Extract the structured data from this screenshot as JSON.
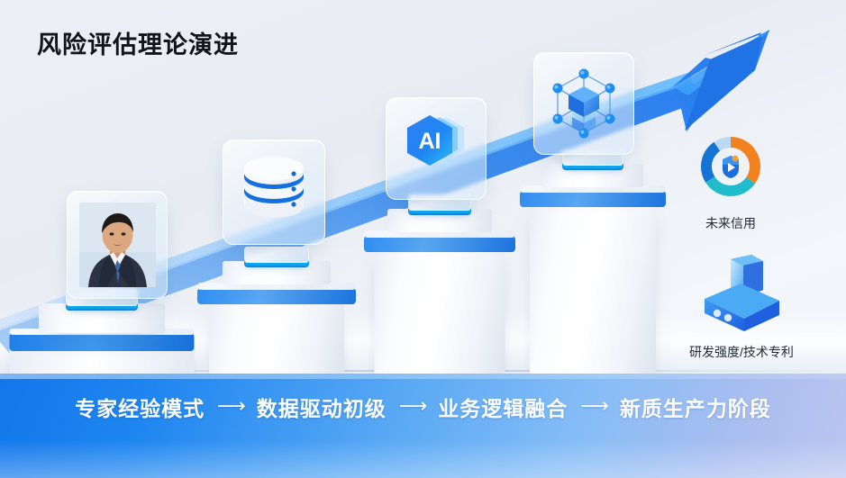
{
  "page": {
    "title": "风险评估理论演进",
    "background_top": "#eceff4",
    "background_bottom": "#eef2f7"
  },
  "stages_visual": [
    {
      "id": "stage-1",
      "icon": "portrait-photo-icon",
      "icon_label": "商务人物照片"
    },
    {
      "id": "stage-2",
      "icon": "database-icon",
      "icon_label": "数据库"
    },
    {
      "id": "stage-3",
      "icon": "ai-hexagon-icon",
      "icon_label": "AI"
    },
    {
      "id": "stage-4",
      "icon": "network-nodes-icon",
      "icon_label": "网络节点"
    }
  ],
  "ai_badge": {
    "text": "AI"
  },
  "features": [
    {
      "id": "feature-credit",
      "icon": "donut-chart-icon",
      "label": "未来信用",
      "donut": {
        "segments": [
          {
            "name": "orange",
            "color": "#f2821e",
            "value": 30
          },
          {
            "name": "teal",
            "color": "#21bccb",
            "value": 25
          },
          {
            "name": "blue",
            "color": "#1573d6",
            "value": 28
          },
          {
            "name": "light",
            "color": "#bcd9f2",
            "value": 17
          }
        ]
      }
    },
    {
      "id": "feature-rnd",
      "icon": "server-monitor-icon",
      "label": "研发强度/技术专利"
    }
  ],
  "banner": {
    "stages": [
      "专家经验模式",
      "数据驱动初级",
      "业务逻辑融合",
      "新质生产力阶段"
    ],
    "separator": "⟶",
    "gradient_start": "#1277ea",
    "gradient_end": "#bcc6ef"
  },
  "arrow": {
    "name": "growth-arrow",
    "color": "#2b7ff0"
  }
}
